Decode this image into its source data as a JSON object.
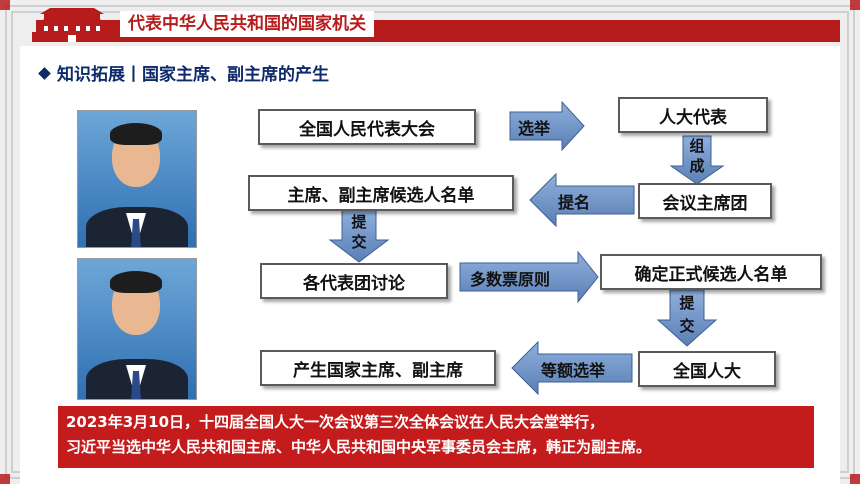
{
  "header": {
    "title": "代表中华人民共和国的国家机关"
  },
  "subtitle": "知识拓展丨国家主席、副主席的产生",
  "flow": {
    "npc": "全国人民代表大会",
    "elect": "选举",
    "deputies": "人大代表",
    "form": [
      "组",
      "成"
    ],
    "presidium": "会议主席团",
    "nominate": "提名",
    "candidates": "主席、副主席候选人名单",
    "submit1": [
      "提",
      "交"
    ],
    "delegations": "各代表团讨论",
    "majority": "多数票原则",
    "final_list": "确定正式候选人名单",
    "submit2": [
      "提",
      "交"
    ],
    "full_npc": "全国人大",
    "equal_election": "等额选举",
    "result": "产生国家主席、副主席"
  },
  "footer": {
    "line1": "2023年3月10日，十四届全国人大一次会议第三次全体会议在人民大会堂举行，",
    "line2": "习近平当选中华人民共和国主席、中华人民共和国中央军事委员会主席，韩正为副主席。"
  },
  "colors": {
    "accent": "#b71c1c",
    "arrow": "#6f8fbf",
    "navy": "#0d2a6b"
  }
}
